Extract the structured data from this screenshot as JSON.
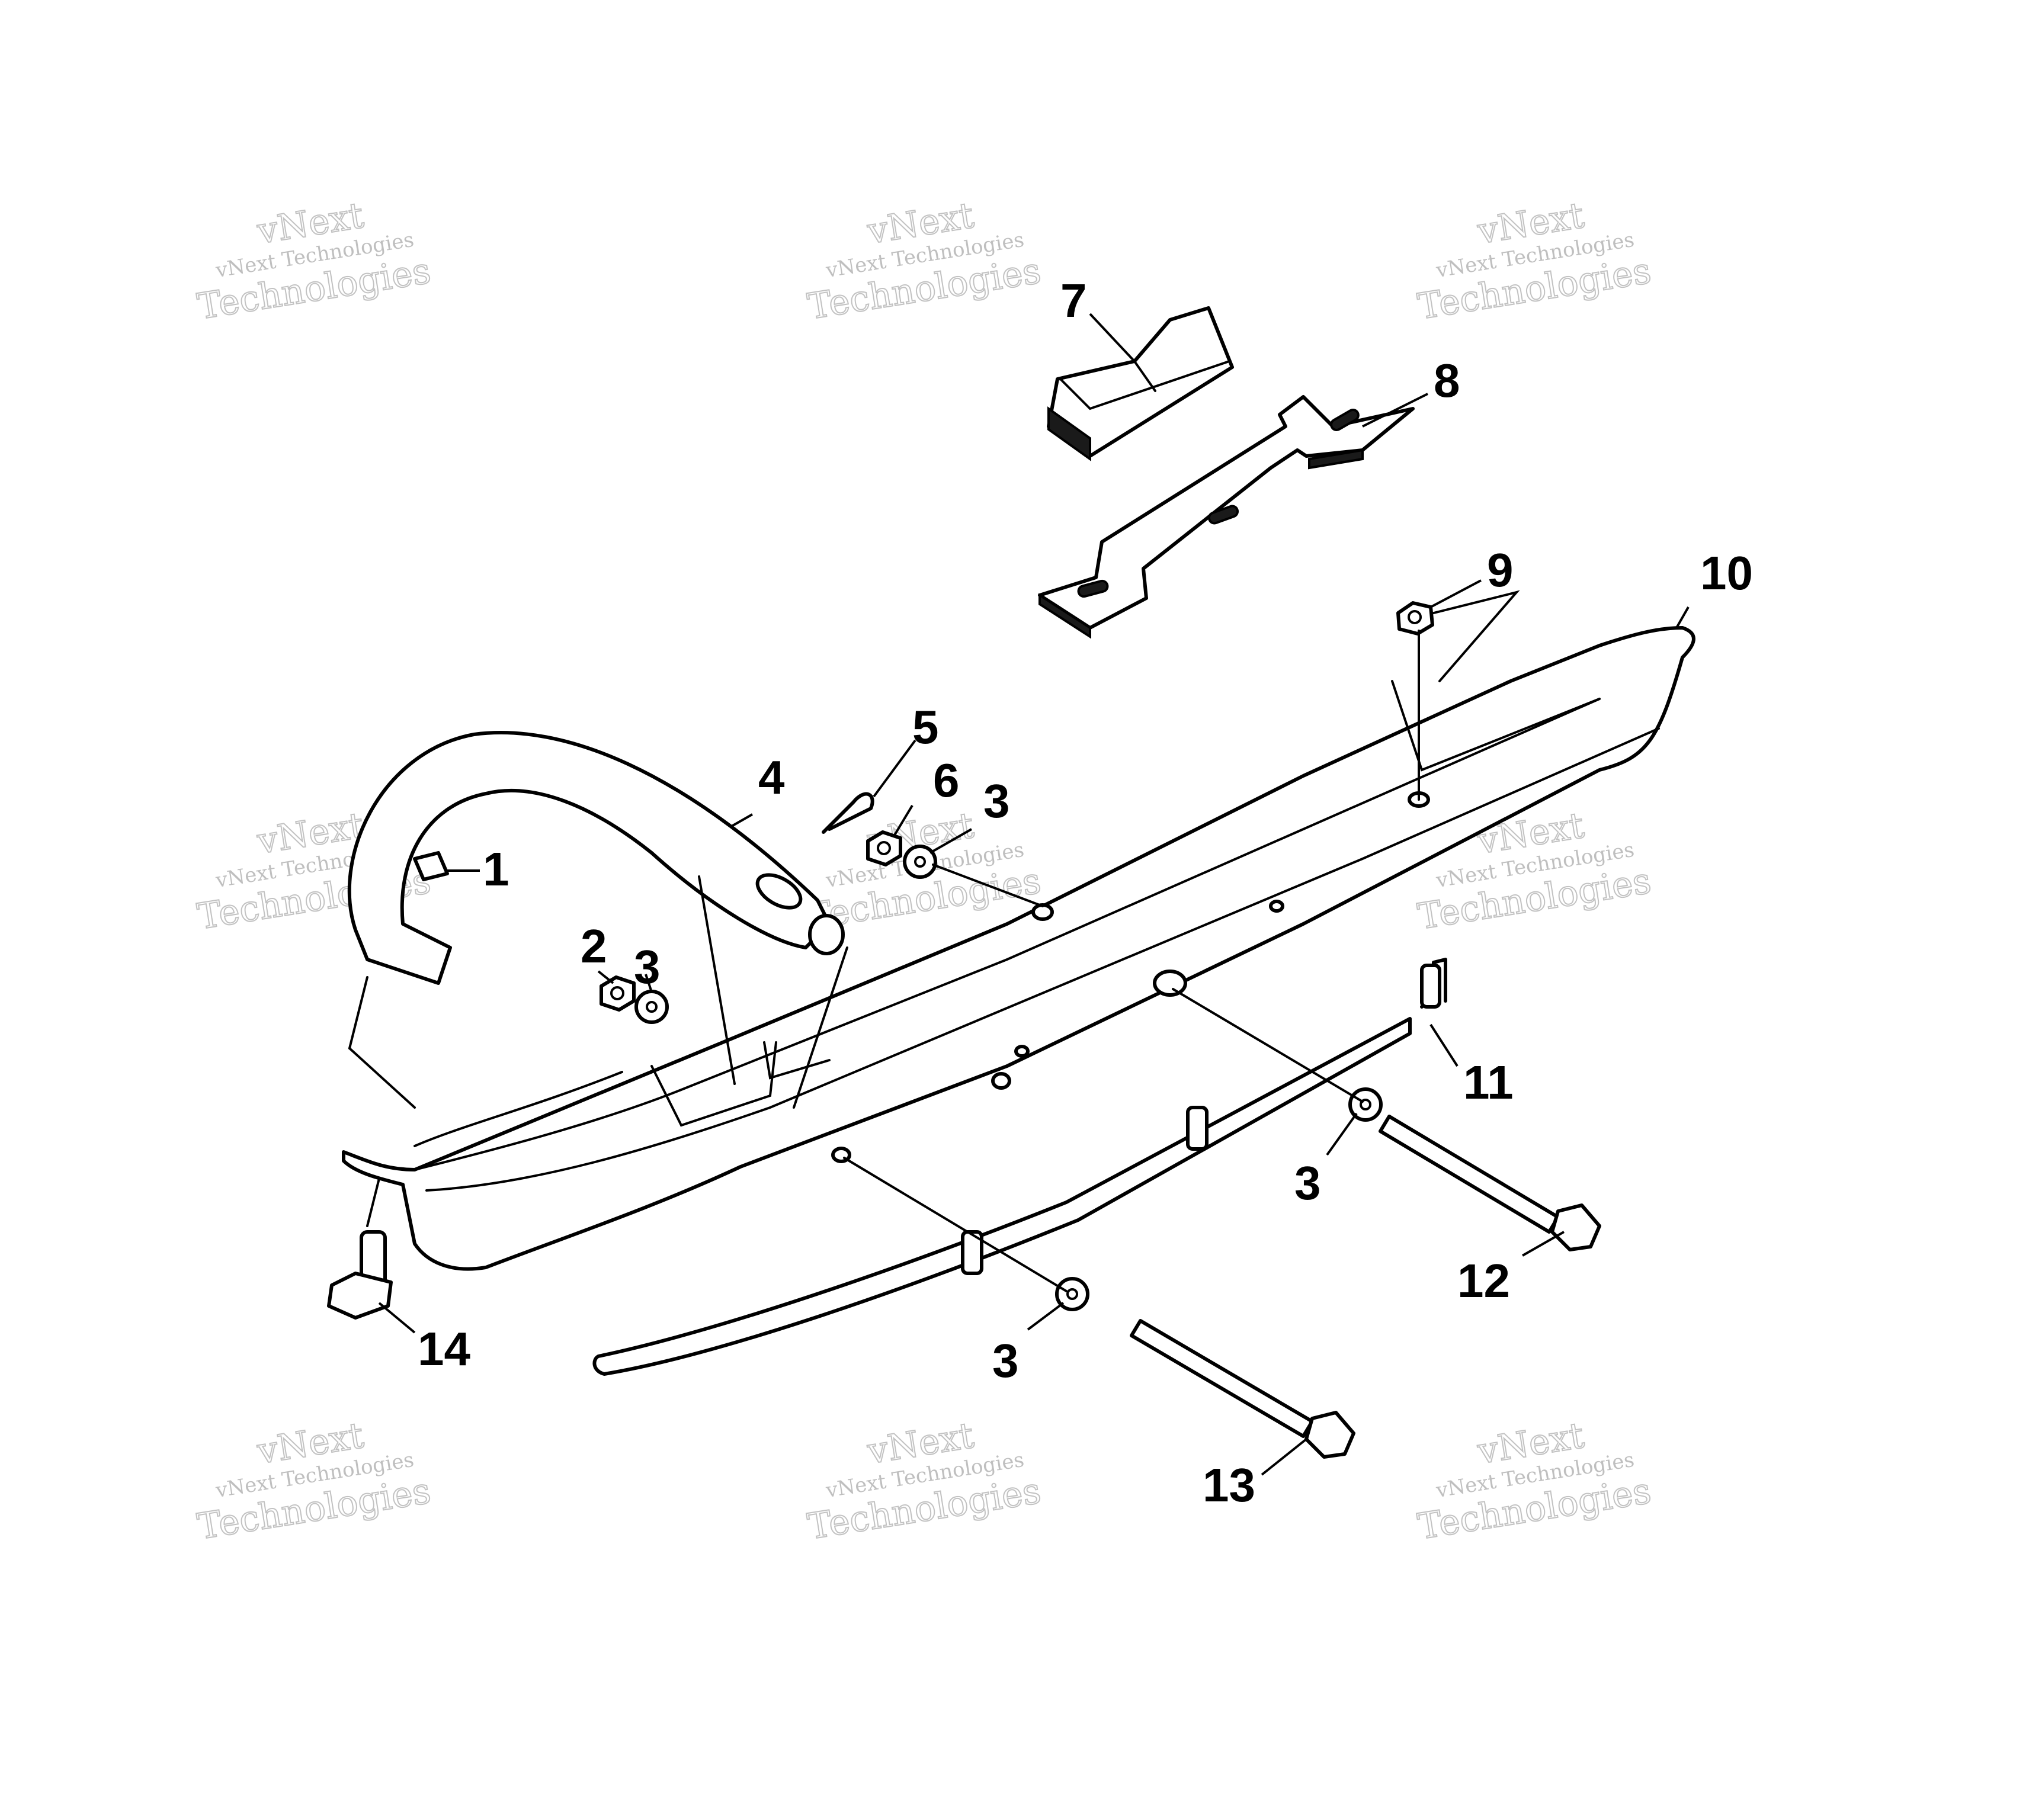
{
  "watermark": {
    "line1": "vNext",
    "line2": "vNext Technologies",
    "line3": "Technologies"
  },
  "callouts": [
    {
      "id": "1",
      "label": "1"
    },
    {
      "id": "2",
      "label": "2"
    },
    {
      "id": "3a",
      "label": "3"
    },
    {
      "id": "4",
      "label": "4"
    },
    {
      "id": "5",
      "label": "5"
    },
    {
      "id": "6",
      "label": "6"
    },
    {
      "id": "3b",
      "label": "3"
    },
    {
      "id": "7",
      "label": "7"
    },
    {
      "id": "8",
      "label": "8"
    },
    {
      "id": "9",
      "label": "9"
    },
    {
      "id": "10",
      "label": "10"
    },
    {
      "id": "11",
      "label": "11"
    },
    {
      "id": "3c",
      "label": "3"
    },
    {
      "id": "12",
      "label": "12"
    },
    {
      "id": "3d",
      "label": "3"
    },
    {
      "id": "13",
      "label": "13"
    },
    {
      "id": "14",
      "label": "14"
    }
  ]
}
